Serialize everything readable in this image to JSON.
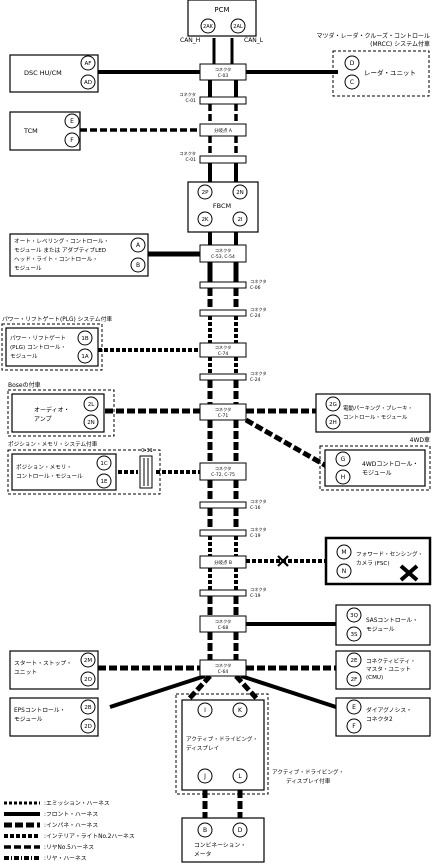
{
  "pcm": {
    "title": "PCM",
    "pin_h": "2AK",
    "pin_l": "2AL",
    "can_h": "CAN_H",
    "can_l": "CAN_L"
  },
  "radar": {
    "group": "マツダ・レーダ・クルーズ・コントロール",
    "group2": "(MRCC) システム付車",
    "name": "レーダ・ユニット",
    "pin1": "D",
    "pin2": "C"
  },
  "dsc": {
    "name": "DSC HU/CM",
    "pin1": "AF",
    "pin2": "AD"
  },
  "tcm": {
    "name": "TCM",
    "pin1": "E",
    "pin2": "F"
  },
  "fbcm": {
    "name": "FBCM",
    "pins": [
      "2P",
      "2N",
      "2K",
      "2I"
    ]
  },
  "alc": {
    "line1": "オート・レベリング・コントロール・",
    "line2": "モジュール または アダプティブLED",
    "line3": "ヘッド・ライト・コントロール・",
    "line4": "モジュール",
    "pin1": "A",
    "pin2": "B"
  },
  "plg": {
    "group": "パワー・リフトゲート(PLG) システム付車",
    "line1": "パワー・リフトゲート",
    "line2": "(PLG) コントロール・",
    "line3": "モジュール",
    "pin1": "1B",
    "pin2": "1A"
  },
  "audio": {
    "group": "Boseの付車",
    "line1": "オーディオ・",
    "line2": "アンプ",
    "pin1": "2L",
    "pin2": "2N"
  },
  "epb": {
    "line1": "電動パーキング・ブレーキ・",
    "line2": "コントロール・モジュール",
    "pin": "2G"
  },
  "fwd4": {
    "group": "4WD車",
    "line1": "4WDコントロール・",
    "line2": "モジュール",
    "pin1": "G",
    "pin2": "H"
  },
  "posmem": {
    "group": "ポジション・メモリ・システム付車",
    "line1": "ポジション・メモリ・",
    "line2": "コントロール・モジュール",
    "pin1": "1C",
    "pin2": "1E",
    "conn": "C-31"
  },
  "fsc": {
    "line1": "フォワード・センシング・",
    "line2": "カメラ (FSC)",
    "pin1": "M",
    "pin2": "N"
  },
  "sas": {
    "line1": "SASコントロール・",
    "line2": "モジュール",
    "pin1": "3Q",
    "pin2": "3S"
  },
  "startstop": {
    "line1": "スタート・ストップ・",
    "line2": "ユニット",
    "pin1": "2M",
    "pin2": "2O"
  },
  "cmu": {
    "line1": "コネクティビティ・",
    "line2": "マスタ・ユニット",
    "line3": "(CMU)",
    "pin1": "2E",
    "pin2": "2F"
  },
  "eps": {
    "line1": "EPSコントロール・",
    "line2": "モジュール",
    "pin1": "2B",
    "pin2": "2D"
  },
  "diag": {
    "line1": "ダイアグノシス・",
    "line2": "コネクタ2",
    "pin1": "E",
    "pin2": "F"
  },
  "ads": {
    "line1": "アクティブ・ドライビング・",
    "line2": "ディスプレイ",
    "pins": [
      "I",
      "K",
      "J",
      "L"
    ],
    "group1": "アクティブ・ドライビング・",
    "group2": "ディスプレイ付車"
  },
  "meter": {
    "line1": "コンビネーション・",
    "line2": "メータ",
    "pin1": "B",
    "pin2": "D"
  },
  "connectors": {
    "c03": {
      "label": "コネクタ",
      "id": "C-03"
    },
    "c01a": {
      "label": "コネクタ",
      "id": "C-01"
    },
    "j_a": {
      "label": "分岐点 A"
    },
    "c01b": {
      "label": "コネクタ",
      "id": "C-01"
    },
    "c5354": {
      "label": "コネクタ",
      "id": "C-53, C-54"
    },
    "c06": {
      "label": "コネクタ",
      "id": "C-06"
    },
    "c24a": {
      "label": "コネクタ",
      "id": "C-24"
    },
    "c74": {
      "label": "コネクタ",
      "id": "C-74"
    },
    "c24b": {
      "label": "コネクタ",
      "id": "C-24"
    },
    "c71": {
      "label": "コネクタ",
      "id": "C-71"
    },
    "c7275": {
      "label": "コネクタ",
      "id": "C-72, C-75"
    },
    "c16": {
      "label": "コネクタ",
      "id": "C-16"
    },
    "c19a": {
      "label": "コネクタ",
      "id": "C-19"
    },
    "j_b": {
      "label": "分岐点 B"
    },
    "c19b": {
      "label": "コネクタ",
      "id": "C-19"
    },
    "c68": {
      "label": "コネクタ",
      "id": "C-68"
    },
    "c64": {
      "label": "コネクタ",
      "id": "C-64"
    }
  },
  "legend": [
    {
      "text": ":エミッション・ハーネス"
    },
    {
      "text": ":フロント・ハーネス"
    },
    {
      "text": ":インパネ・ハーネス"
    },
    {
      "text": ":インテリア・ライトNo.2ハーネス"
    },
    {
      "text": ":リヤNo.5ハーネス"
    },
    {
      "text": ":リヤ・ハーネス"
    }
  ]
}
